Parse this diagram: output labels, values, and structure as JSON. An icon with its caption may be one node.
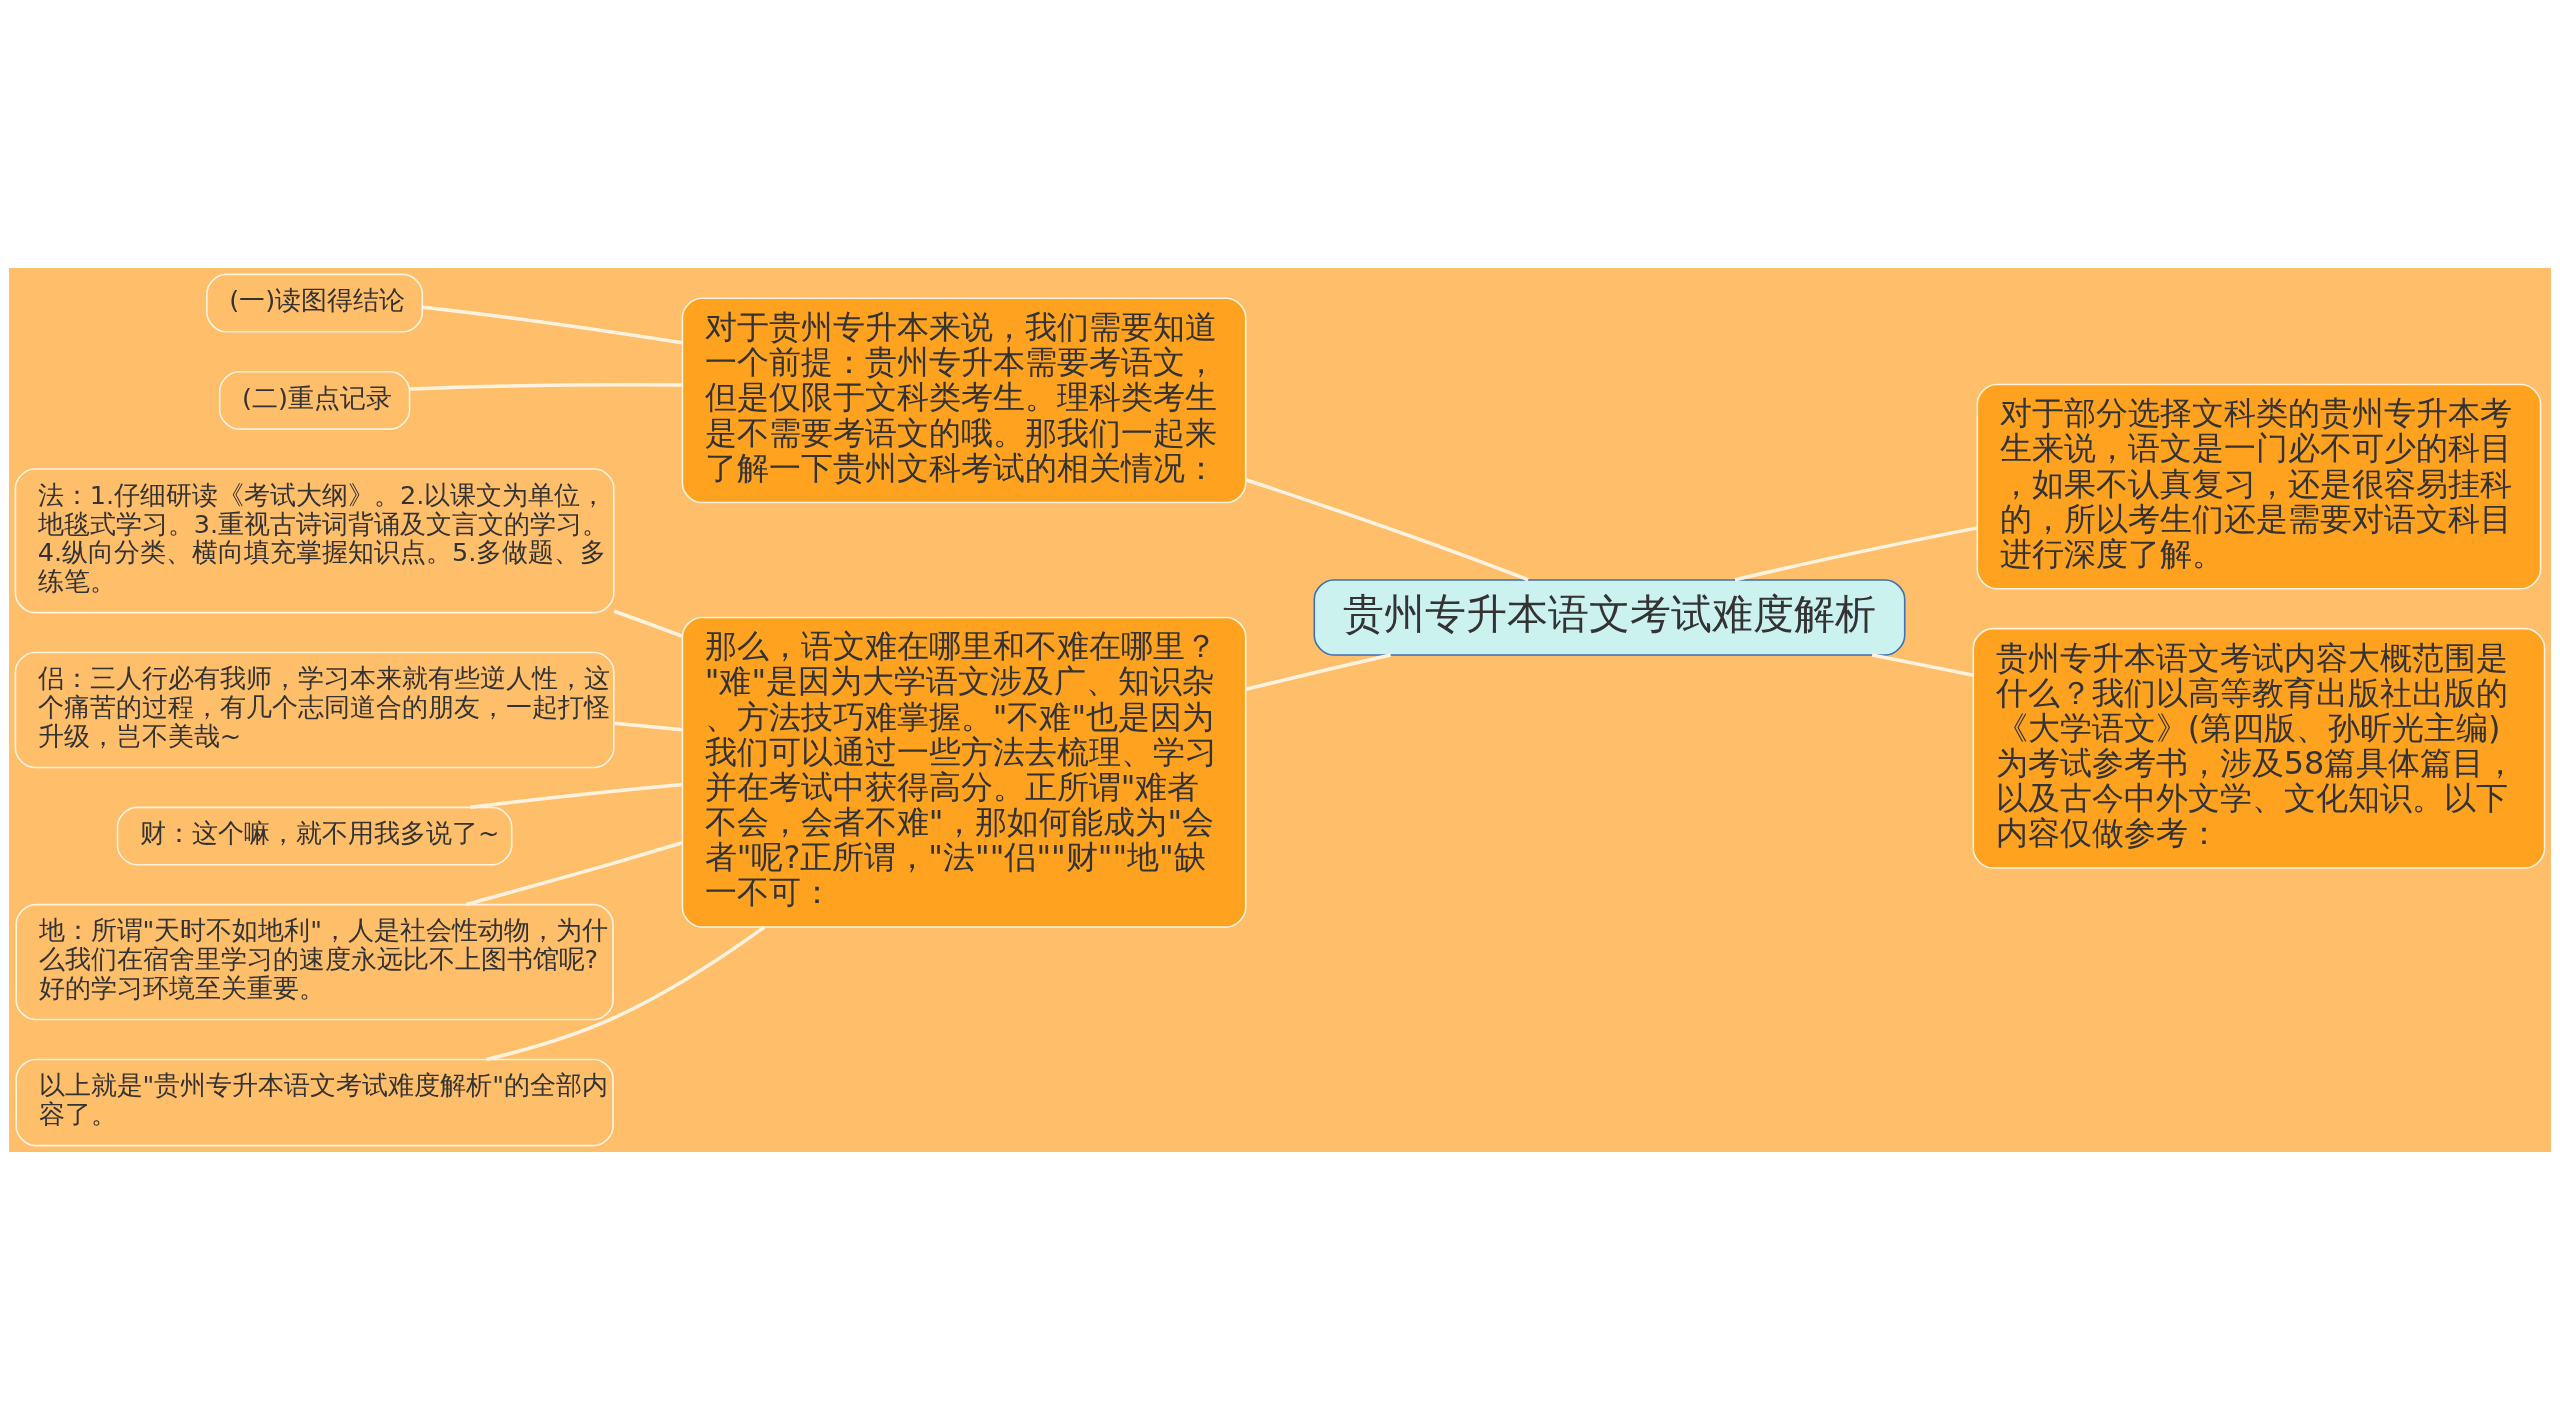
{
  "diagram": {
    "nodes": [
      {
        "text": [
          "贵州专升本语文考试难度解析"
        ]
      },
      {
        "text": [
          "对于贵州专升本来说，我们需要知道一个前提：贵州专升本需要考语文，但是仅限于文科类考生。理科类考生是不需要考语文的哦。那我们一起来了解一下贵州文科考试的相关情况："
        ]
      },
      {
        "text": [
          "那么，语文难在哪里和不难在哪里？\"难\"是因为大学语文涉及广、知识杂、方法技巧难掌握。\"不难\"也是因为我们可以通过一些方法去梳理、学习并在考试中获得高分。正所谓\"难者不会，会者不难\"，那如何能成为\"会者\"呢?正所谓，\"法\"\"侣\"\"财\"\"地\"缺一不可："
        ]
      },
      {
        "text": [
          "对于部分选择文科类的贵州专升本考生来说，语文是一门必不可少的科目，如果不认真复习，还是很容易挂科的，所以考生们还是需要对语文科目进行深度了解。"
        ]
      },
      {
        "text": [
          "贵州专升本语文考试内容大概范围是什么？我们以高等教育出版社出版的《大学语文》(第四版、孙昕光主编)为考试参考书，涉及58篇具体篇目，以及古今中外文学、文化知识。以下内容仅做参考："
        ]
      },
      {
        "text": [
          "(一)读图得结论"
        ]
      },
      {
        "text": [
          "(二)重点记录"
        ]
      },
      {
        "text": [
          "法：1.仔细研读《考试大纲》。2.以课文为单位，地毯式学习。3.重视古诗词背诵及文言文的学习。4.纵向分类、横向填充掌握知识点。5.多做题、多练笔。"
        ]
      },
      {
        "text": [
          "侣：三人行必有我师，学习本来就有些逆人性，这个痛苦的过程，有几个志同道合的朋友，一起打怪升级，岂不美哉~"
        ]
      },
      {
        "text": [
          "财：这个嘛，就不用我多说了~"
        ]
      },
      {
        "text": [
          "地：所谓\"天时不如地利\"，人是社会性动物，为什么我们在宿舍里学习的速度永远比不上图书馆呢?好的学习环境至关重要。"
        ]
      },
      {
        "text": [
          "以上就是\"贵州专升本语文考试难度解析\"的全部内容了。"
        ]
      }
    ],
    "edges": [
      {
        "from": 0,
        "to": 1,
        "arrow": "none"
      },
      {
        "from": 0,
        "to": 2,
        "arrow": "none"
      },
      {
        "from": 0,
        "to": 3,
        "arrow": "none"
      },
      {
        "from": 0,
        "to": 4,
        "arrow": "none"
      },
      {
        "from": 1,
        "to": 5,
        "arrow": "none"
      },
      {
        "from": 1,
        "to": 6,
        "arrow": "none"
      },
      {
        "from": 2,
        "to": 7,
        "arrow": "none"
      },
      {
        "from": 2,
        "to": 8,
        "arrow": "none"
      },
      {
        "from": 2,
        "to": 9,
        "arrow": "none"
      },
      {
        "from": 2,
        "to": 10,
        "arrow": "none"
      },
      {
        "from": 2,
        "to": 11,
        "arrow": "none"
      }
    ]
  }
}
